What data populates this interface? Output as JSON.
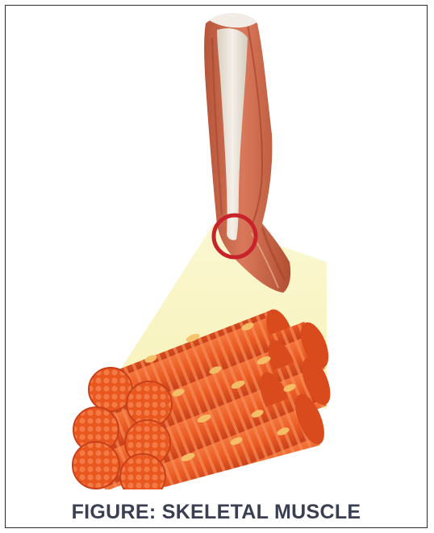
{
  "figure": {
    "caption": "FIGURE: SKELETAL MUSCLE",
    "colors": {
      "muscle_light": "#f0652b",
      "muscle_dark": "#c9421a",
      "fiber_highlight": "#f6c26a",
      "tendon": "#e9e2d8",
      "leg_muscle": "#c9674a",
      "zoom_cone": "#fbf7c6",
      "magnifier_ring": "#c8232b",
      "caption_text": "#3a3f52"
    },
    "icons": {
      "leg": "leg-muscle-illustration",
      "magnifier": "magnifier-circle",
      "bundle": "muscle-fiber-bundle"
    }
  }
}
